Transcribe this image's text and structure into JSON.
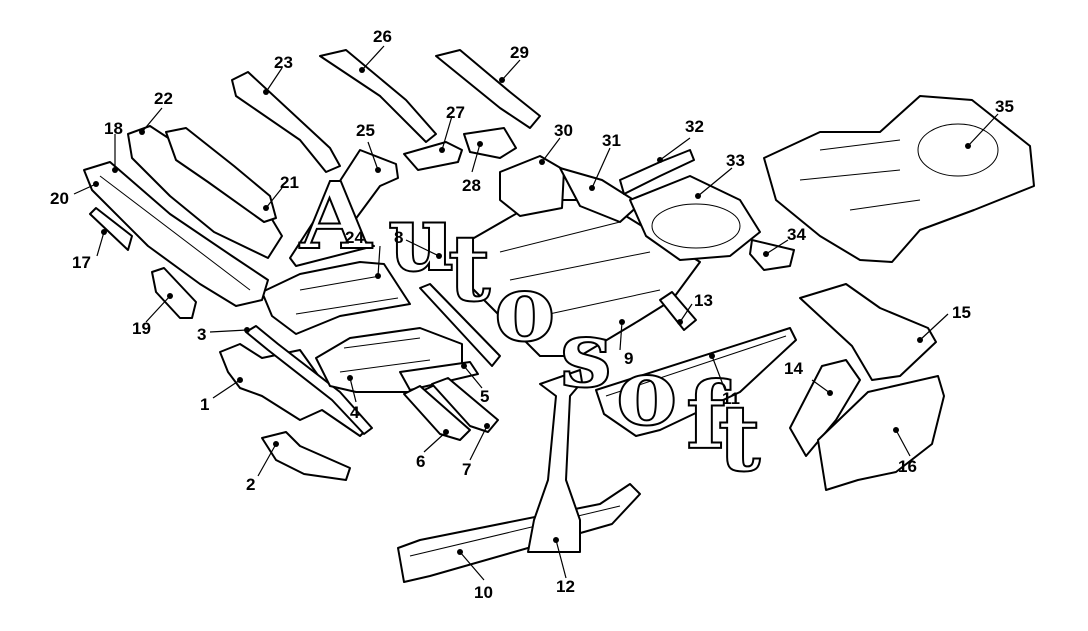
{
  "watermark": {
    "letters": [
      "A",
      "u",
      "t",
      "o",
      "s",
      "o",
      "f",
      "t"
    ]
  },
  "callouts": [
    {
      "id": "1",
      "text": "1"
    },
    {
      "id": "2",
      "text": "2"
    },
    {
      "id": "3",
      "text": "3"
    },
    {
      "id": "4",
      "text": "4"
    },
    {
      "id": "5",
      "text": "5"
    },
    {
      "id": "6",
      "text": "6"
    },
    {
      "id": "7",
      "text": "7"
    },
    {
      "id": "8",
      "text": "8"
    },
    {
      "id": "9",
      "text": "9"
    },
    {
      "id": "10",
      "text": "10"
    },
    {
      "id": "11",
      "text": "11"
    },
    {
      "id": "12",
      "text": "12"
    },
    {
      "id": "13",
      "text": "13"
    },
    {
      "id": "14",
      "text": "14"
    },
    {
      "id": "15",
      "text": "15"
    },
    {
      "id": "16",
      "text": "16"
    },
    {
      "id": "17",
      "text": "17"
    },
    {
      "id": "18",
      "text": "18"
    },
    {
      "id": "19",
      "text": "19"
    },
    {
      "id": "20",
      "text": "20"
    },
    {
      "id": "21",
      "text": "21"
    },
    {
      "id": "22",
      "text": "22"
    },
    {
      "id": "23",
      "text": "23"
    },
    {
      "id": "24",
      "text": "24"
    },
    {
      "id": "25",
      "text": "25"
    },
    {
      "id": "26",
      "text": "26"
    },
    {
      "id": "27",
      "text": "27"
    },
    {
      "id": "28",
      "text": "28"
    },
    {
      "id": "29",
      "text": "29"
    },
    {
      "id": "30",
      "text": "30"
    },
    {
      "id": "31",
      "text": "31"
    },
    {
      "id": "32",
      "text": "32"
    },
    {
      "id": "33",
      "text": "33"
    },
    {
      "id": "34",
      "text": "34"
    },
    {
      "id": "35",
      "text": "35"
    }
  ]
}
